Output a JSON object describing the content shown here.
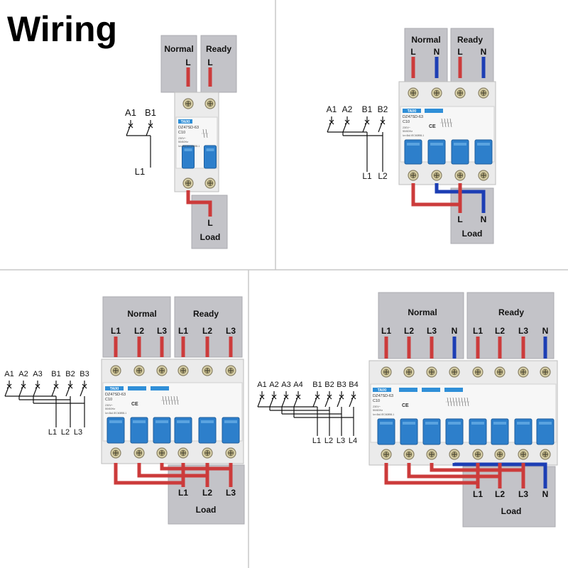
{
  "page": {
    "title": "Wiring"
  },
  "labels": {
    "normal": "Normal",
    "ready": "Ready",
    "load": "Load",
    "L": "L",
    "N": "N"
  },
  "breaker": {
    "model": "DZ47SD-63",
    "rating": "C10",
    "brand": "TAIXI",
    "voltage": "230V~",
    "frequency": "50/60Hz",
    "standard": "Icn 6kA IEC60898-1",
    "ce": "CE"
  },
  "colors": {
    "line": "#cc3b3b",
    "neutral": "#1c3eb4",
    "box": "#c3c3c8",
    "box_border": "#ababb0",
    "handle": "#2d7fcb",
    "blue_tag": "#2f8fd8"
  },
  "diagrams": [
    {
      "id": "1P",
      "normal_terms": [
        "L"
      ],
      "ready_terms": [
        "L"
      ],
      "load_terms": [
        "L"
      ],
      "switch_top": [
        "A1",
        "B1"
      ],
      "switch_bottom": [
        "L1"
      ]
    },
    {
      "id": "2P",
      "normal_terms": [
        "L",
        "N"
      ],
      "ready_terms": [
        "L",
        "N"
      ],
      "load_terms": [
        "L",
        "N"
      ],
      "switch_top": [
        "A1",
        "A2",
        "B1",
        "B2"
      ],
      "switch_bottom": [
        "L1",
        "L2"
      ]
    },
    {
      "id": "3P",
      "normal_terms": [
        "L1",
        "L2",
        "L3"
      ],
      "ready_terms": [
        "L1",
        "L2",
        "L3"
      ],
      "load_terms": [
        "L1",
        "L2",
        "L3"
      ],
      "switch_top": [
        "A1",
        "A2",
        "A3",
        "B1",
        "B2",
        "B3"
      ],
      "switch_bottom": [
        "L1",
        "L2",
        "L3"
      ]
    },
    {
      "id": "4P",
      "normal_terms": [
        "L1",
        "L2",
        "L3",
        "N"
      ],
      "ready_terms": [
        "L1",
        "L2",
        "L3",
        "N"
      ],
      "load_terms": [
        "L1",
        "L2",
        "L3",
        "N"
      ],
      "switch_top": [
        "A1",
        "A2",
        "A3",
        "A4",
        "B1",
        "B2",
        "B3",
        "B4"
      ],
      "switch_bottom": [
        "L1",
        "L2",
        "L3",
        "L4"
      ]
    }
  ]
}
